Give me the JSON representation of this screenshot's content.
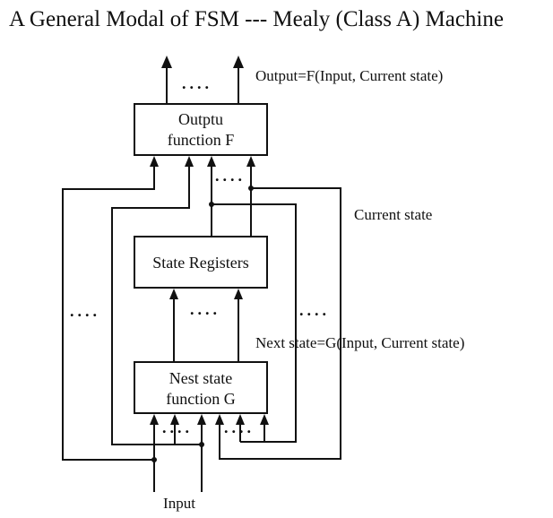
{
  "title": "A General Modal of FSM --- Mealy (Class A) Machine",
  "output_label": "Output=F(Input, Current state)",
  "current_state_label": "Current state",
  "next_state_label": "Next state=G(Input, Current state)",
  "input_label": "Input",
  "output_box": {
    "line1": "Outptu",
    "line2": "function F"
  },
  "registers_box": {
    "line1": "State Registers"
  },
  "next_box": {
    "line1": "Nest state",
    "line2": "function G"
  },
  "ellipsis": "...."
}
